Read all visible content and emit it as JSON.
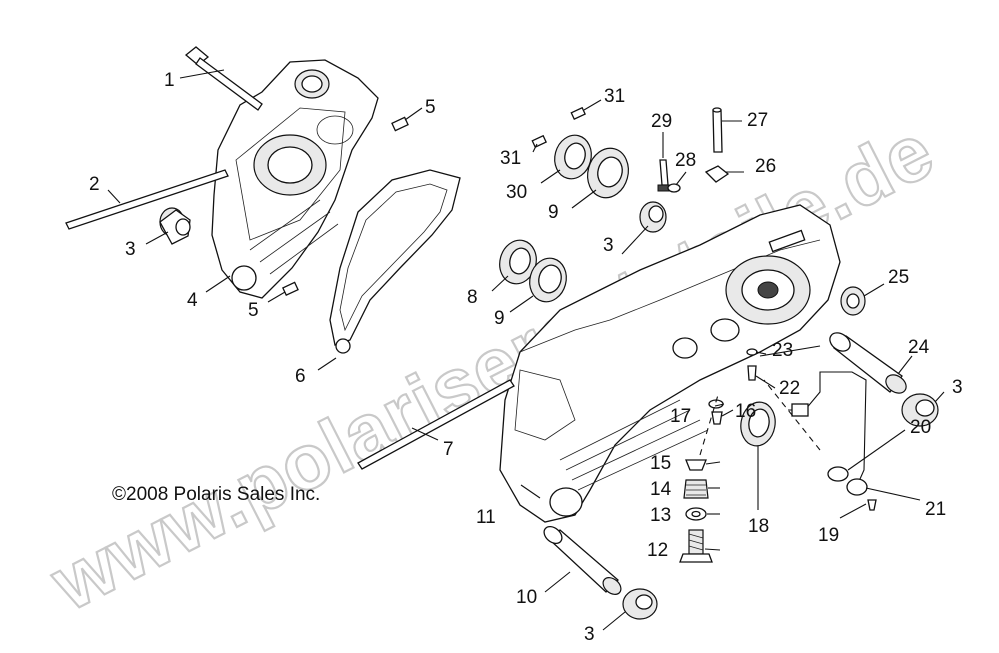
{
  "copyright": "©2008 Polaris Sales Inc.",
  "watermark": "www.polarisersatzteile.de",
  "callouts": {
    "c1": "1",
    "c2": "2",
    "c3a": "3",
    "c4": "4",
    "c5a": "5",
    "c5b": "5",
    "c6": "6",
    "c7": "7",
    "c8": "8",
    "c9a": "9",
    "c9b": "9",
    "c3b": "3",
    "c10": "10",
    "c3c": "3",
    "c11": "11",
    "c12": "12",
    "c13": "13",
    "c14": "14",
    "c15": "15",
    "c16": "16",
    "c17": "17",
    "c18": "18",
    "c19": "19",
    "c20": "20",
    "c21": "21",
    "c22": "22",
    "c23": "23",
    "c24": "24",
    "c3d": "3",
    "c25": "25",
    "c26": "26",
    "c27": "27",
    "c28": "28",
    "c29": "29",
    "c30": "30",
    "c31a": "31",
    "c31b": "31"
  }
}
